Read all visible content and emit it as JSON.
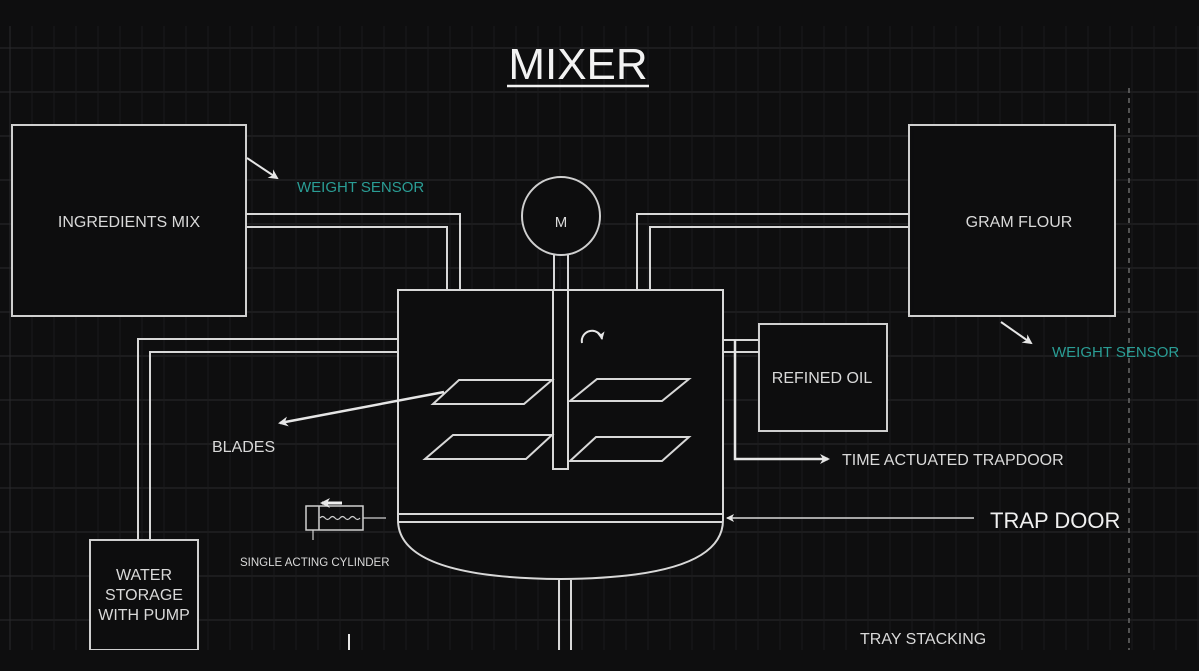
{
  "title": "MIXER",
  "colors": {
    "background": "#0e0e0f",
    "grid": "#2a2a2c",
    "line": "#d8d8d8",
    "sensor_text": "#2a9d95"
  },
  "components": {
    "ingredients_mix": "INGREDIENTS MIX",
    "gram_flour": "GRAM FLOUR",
    "motor": "M",
    "refined_oil": "REFINED OIL",
    "water_storage": [
      "WATER",
      "STORAGE",
      "WITH PUMP"
    ]
  },
  "labels": {
    "weight_sensor_left": "WEIGHT SENSOR",
    "weight_sensor_right": "WEIGHT SENSOR",
    "blades": "BLADES",
    "time_actuated_trapdoor": "TIME ACTUATED TRAPDOOR",
    "trap_door": "TRAP DOOR",
    "single_acting_cylinder": "SINGLE ACTING CYLINDER",
    "tray_stacking": "TRAY STACKING"
  },
  "icons": {
    "rotation": "clockwise-rotation-arrow",
    "cylinder": "single-acting-cylinder-symbol",
    "motor": "motor-circle"
  }
}
